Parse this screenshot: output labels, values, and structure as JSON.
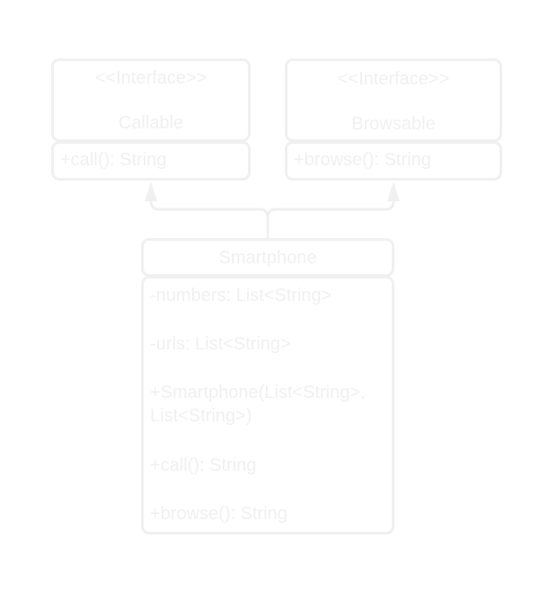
{
  "diagram": {
    "colors": {
      "line": "#f0f0f0",
      "text": "#f0f0f0",
      "background": "#ffffff"
    },
    "callable": {
      "stereotype": "<<Interface>>",
      "name": "Callable",
      "methods": [
        "+call(): String"
      ]
    },
    "browsable": {
      "stereotype": "<<Interface>>",
      "name": "Browsable",
      "methods": [
        "+browse(): String"
      ]
    },
    "smartphone": {
      "name": "Smartphone",
      "fields": [
        "-numbers: List<String>",
        "-urls: List<String>"
      ],
      "constructor_line1": "+Smartphone(List<String>,",
      "constructor_line2": "List<String>)",
      "methods": [
        "+call(): String",
        "+browse(): String"
      ]
    },
    "relations": [
      {
        "from": "Smartphone",
        "to": "Callable",
        "type": "realization"
      },
      {
        "from": "Smartphone",
        "to": "Browsable",
        "type": "realization"
      }
    ]
  }
}
